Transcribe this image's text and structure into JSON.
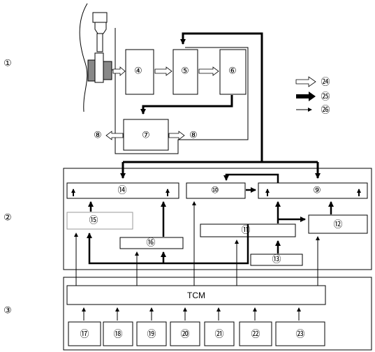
{
  "sections": {
    "s1": "①",
    "s2": "②",
    "s3": "③"
  },
  "engine_unit": {
    "box_left": "④",
    "box_mid": "⑤",
    "box_right": "⑥",
    "box_bottom": "⑦",
    "out_left": "⑧",
    "out_right": "⑧"
  },
  "legend": {
    "open_arrow": "㉔",
    "thick_arrow": "㉕",
    "thin_arrow": "㉖"
  },
  "control_unit": {
    "b14": "⑭",
    "b10": "⑩",
    "b9": "⑨",
    "b15": "⑮",
    "b11": "⑪",
    "b12": "⑫",
    "b16": "⑯",
    "b13": "⑬"
  },
  "tcm_unit": {
    "tcm": "TCM",
    "s17": "⑰",
    "s18": "⑱",
    "s19": "⑲",
    "s20": "⑳",
    "s21": "㉑",
    "s22": "㉒",
    "s23": "㉓"
  }
}
